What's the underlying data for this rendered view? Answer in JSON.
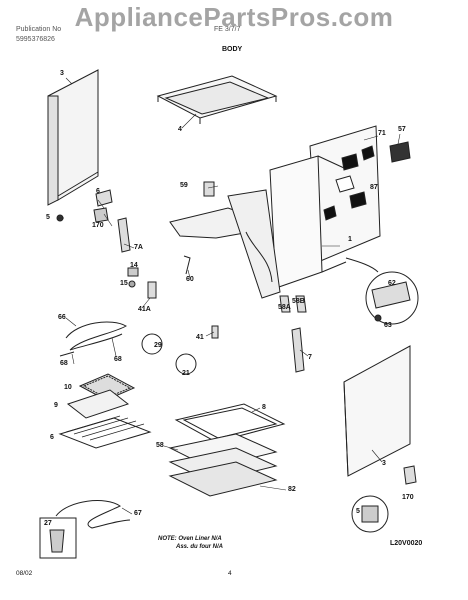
{
  "watermark": "AppliancePartsPros.com",
  "header": {
    "publication": "Publication No",
    "publication_number": "5995376826",
    "model": "FE 3/7/7",
    "title": "BODY"
  },
  "parts": {
    "p3a": "3",
    "p4": "4",
    "p71": "71",
    "p57": "57",
    "p87": "87",
    "p59": "59",
    "p6a": "6",
    "p5a": "5",
    "p170a": "170",
    "p1": "1",
    "p7a": "7A",
    "p14": "14",
    "p15": "15",
    "p60": "60",
    "p62": "62",
    "p41a": "41A",
    "p58a": "58A",
    "p58b": "58B",
    "p66": "66",
    "p63": "63",
    "p41": "41",
    "p29": "29",
    "p68a": "68",
    "p7": "7",
    "p68b": "68",
    "p21": "21",
    "p10": "10",
    "p9": "9",
    "p8": "8",
    "p6b": "6",
    "p58": "58",
    "p3b": "3",
    "p82": "82",
    "p170b": "170",
    "p67": "67",
    "p5b": "5",
    "p27": "27"
  },
  "note": {
    "line1": "NOTE: Oven Liner N/A",
    "line2": "Ass. du four N/A"
  },
  "drawing_code": "L20V0020",
  "footer": {
    "date": "08/02",
    "page": "4"
  }
}
